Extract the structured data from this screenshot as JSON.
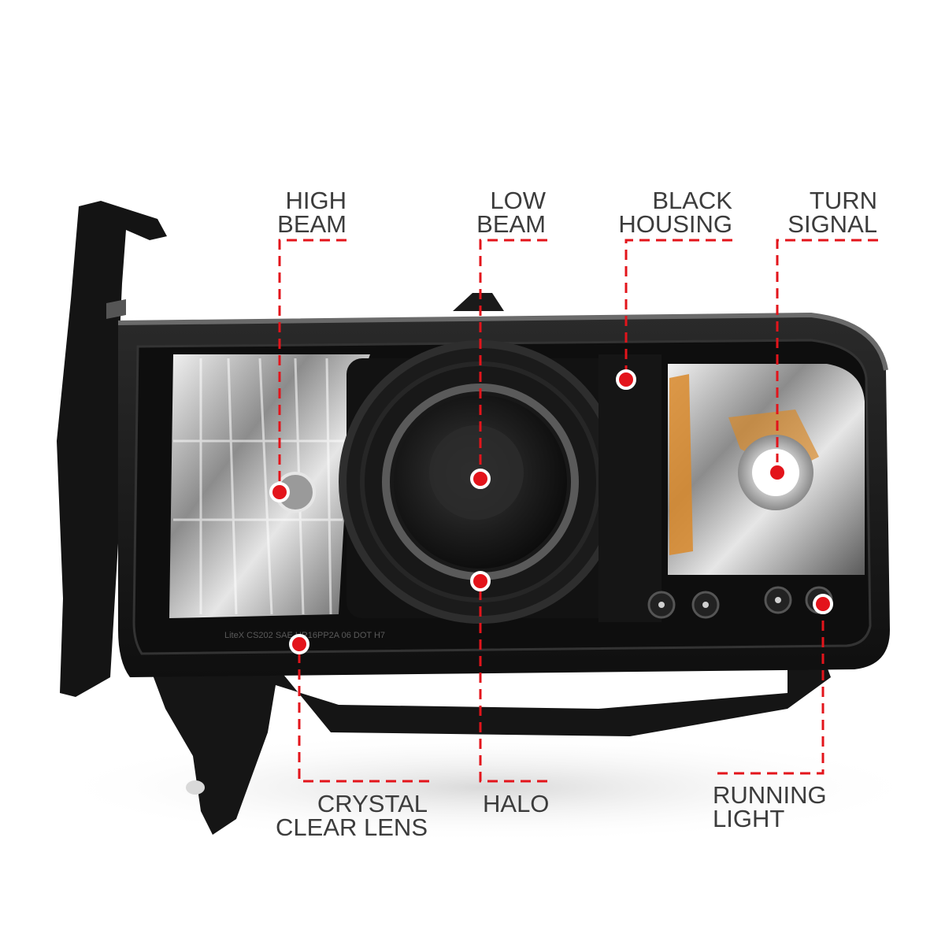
{
  "callouts": {
    "high_beam": {
      "line1": "HIGH",
      "line2": "BEAM"
    },
    "low_beam": {
      "line1": "LOW",
      "line2": "BEAM"
    },
    "black_housing": {
      "line1": "BLACK",
      "line2": "HOUSING"
    },
    "turn_signal": {
      "line1": "TURN",
      "line2": "SIGNAL"
    },
    "crystal_clear_lens": {
      "line1": "CRYSTAL",
      "line2": "CLEAR LENS"
    },
    "halo": {
      "line1": "HALO"
    },
    "running_light": {
      "line1": "RUNNING",
      "line2": "LIGHT"
    }
  },
  "lens_marking": "LiteX  CS202   SAE   HR16PP2A 06 DOT   H7",
  "colors": {
    "callout_red": "#e3141b",
    "label_text": "#3c3c3c",
    "housing": "#141414",
    "amber": "#d98a2b"
  }
}
